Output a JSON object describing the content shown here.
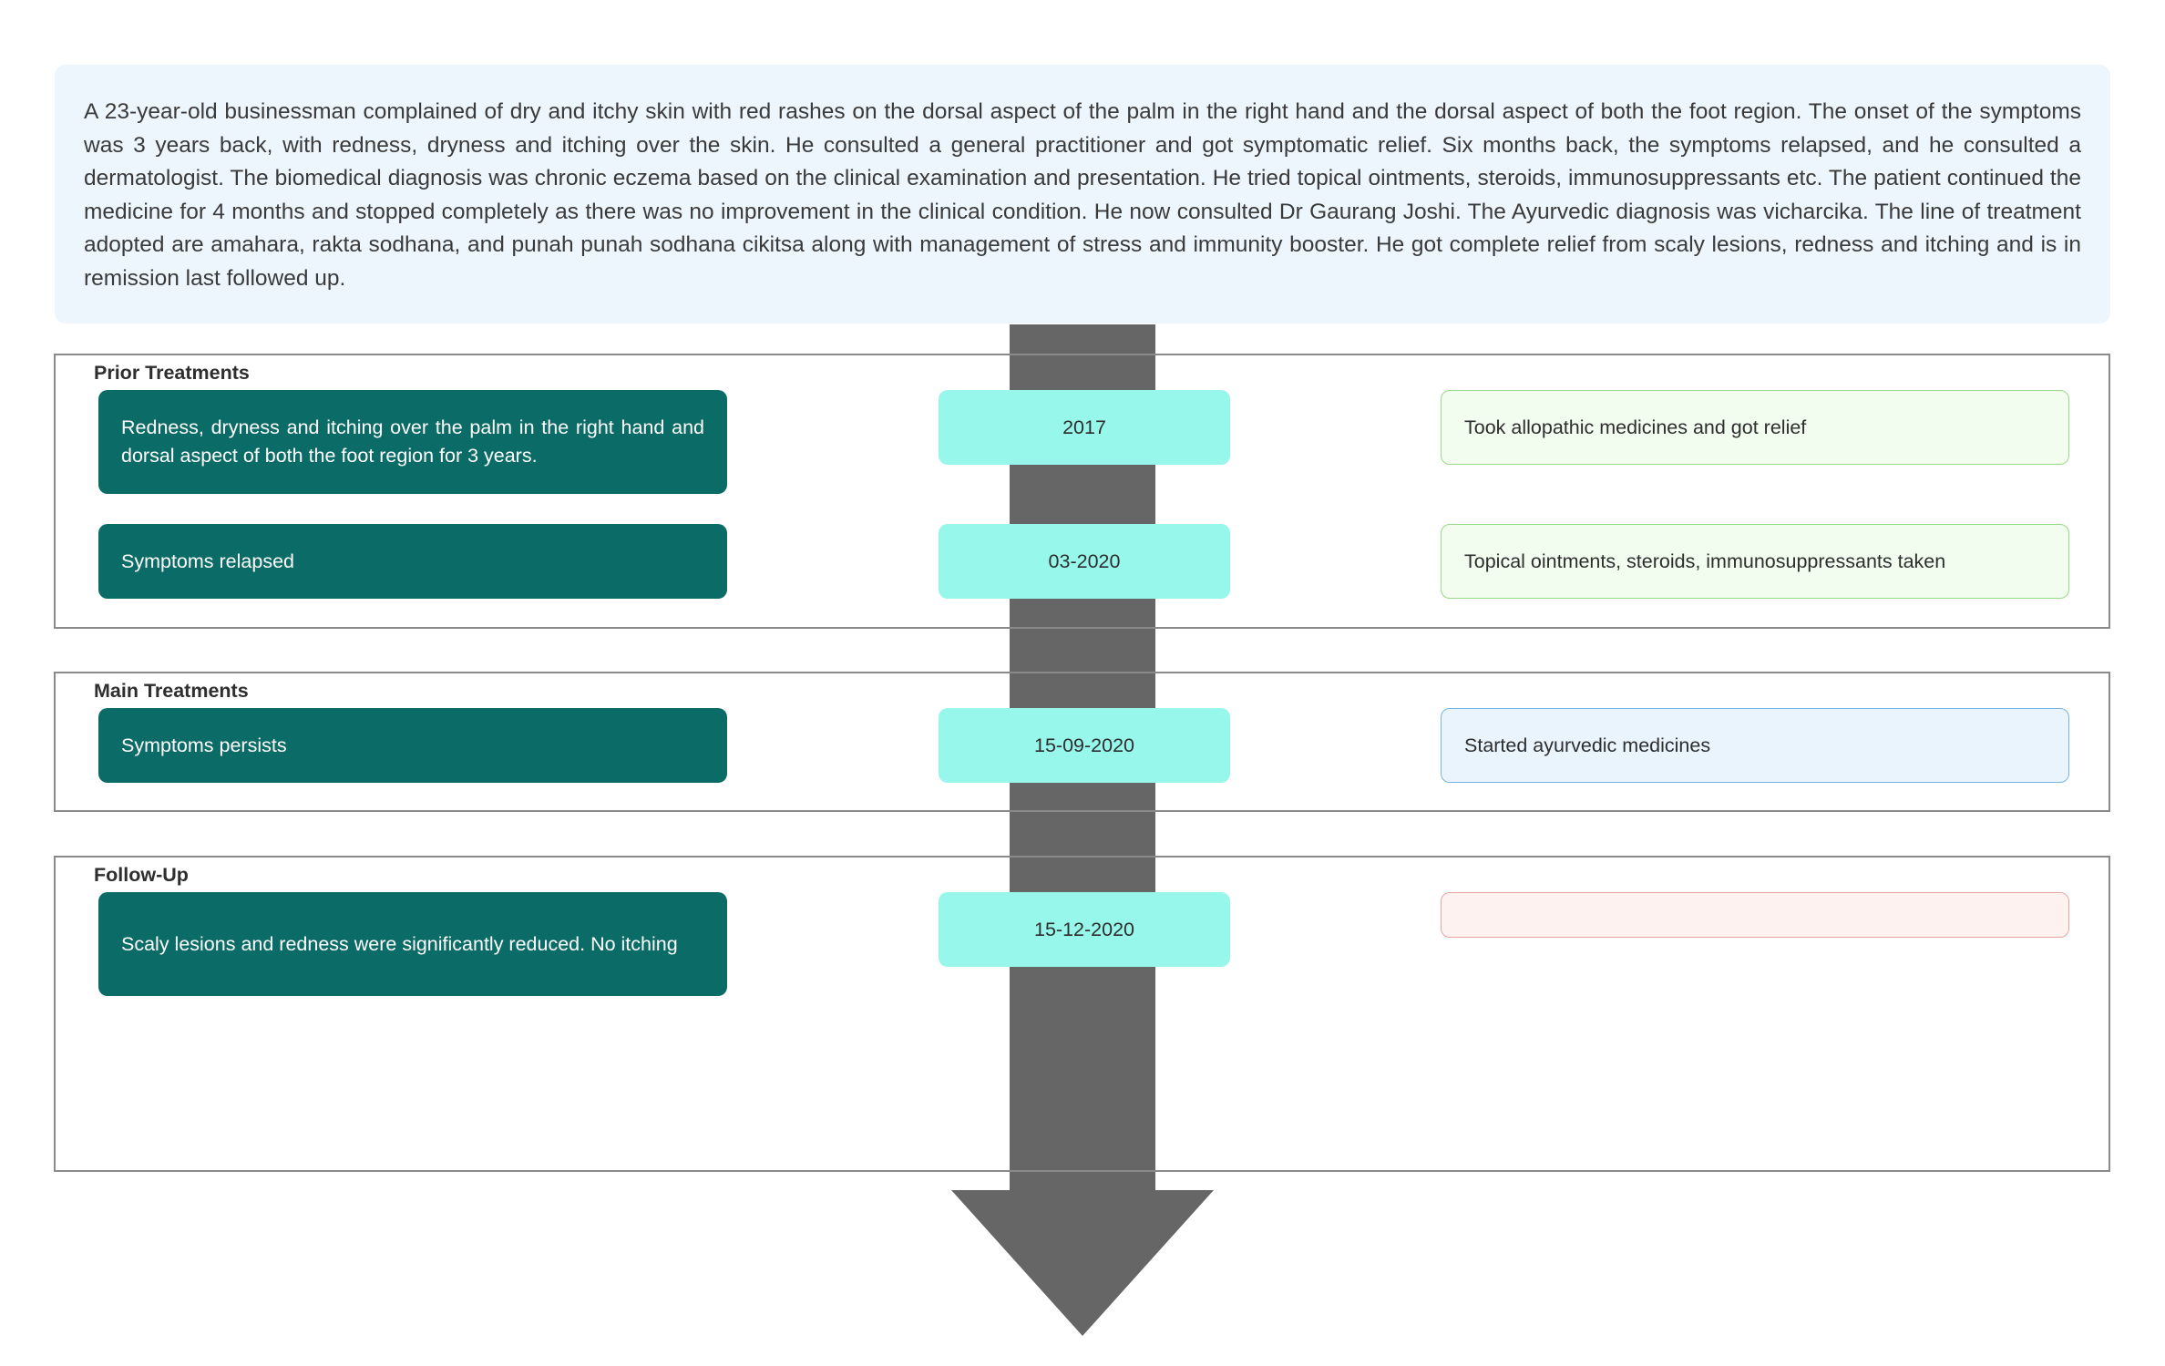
{
  "summary": {
    "text": "A 23-year-old businessman complained of dry and itchy skin with red rashes on the dorsal aspect of the palm in the right hand and the dorsal aspect of both the foot region. The onset of the symptoms was 3 years back, with redness, dryness and itching over the skin. He consulted a general practitioner and got symptomatic relief. Six months back, the symptoms relapsed, and he consulted a dermatologist. The biomedical diagnosis was chronic eczema based on the clinical examination and presentation. He tried topical ointments, steroids, immunosuppressants etc. The patient continued the medicine for 4 months and stopped completely as there was no improvement in the clinical condition. He now consulted Dr Gaurang Joshi. The Ayurvedic diagnosis was vicharcika. The line of treatment adopted are amahara, rakta sodhana, and punah punah sodhana cikitsa along with management of stress and immunity booster. He got complete relief from scaly lesions, redness and itching and is in remission last followed up."
  },
  "colors": {
    "summary_bg": "#eef6fd",
    "event_bg": "#0b6b66",
    "date_bg": "#97f7ea",
    "timeline_arrow": "#666666",
    "prior_treatment_bg": "#f2fcef",
    "main_treatment_bg": "#eaf4fd",
    "followup_bg": "#fef2f1"
  },
  "sections": {
    "prior": {
      "title": "Prior Treatments",
      "rows": [
        {
          "event": "Redness, dryness and itching over the palm in the right hand and dorsal aspect of both the foot region for 3 years.",
          "date": "2017",
          "treatment": "Took allopathic medicines and got relief"
        },
        {
          "event": "Symptoms relapsed",
          "date": "03-2020",
          "treatment": "Topical ointments, steroids, immunosuppressants taken"
        }
      ]
    },
    "main": {
      "title": "Main Treatments",
      "rows": [
        {
          "event": "Symptoms persists",
          "date": "15-09-2020",
          "treatment": "Started ayurvedic medicines"
        }
      ]
    },
    "followup": {
      "title": "Follow-Up",
      "rows": [
        {
          "event": "Scaly lesions and redness were significantly reduced. No itching",
          "date": "15-12-2020",
          "treatment": ""
        }
      ]
    }
  }
}
